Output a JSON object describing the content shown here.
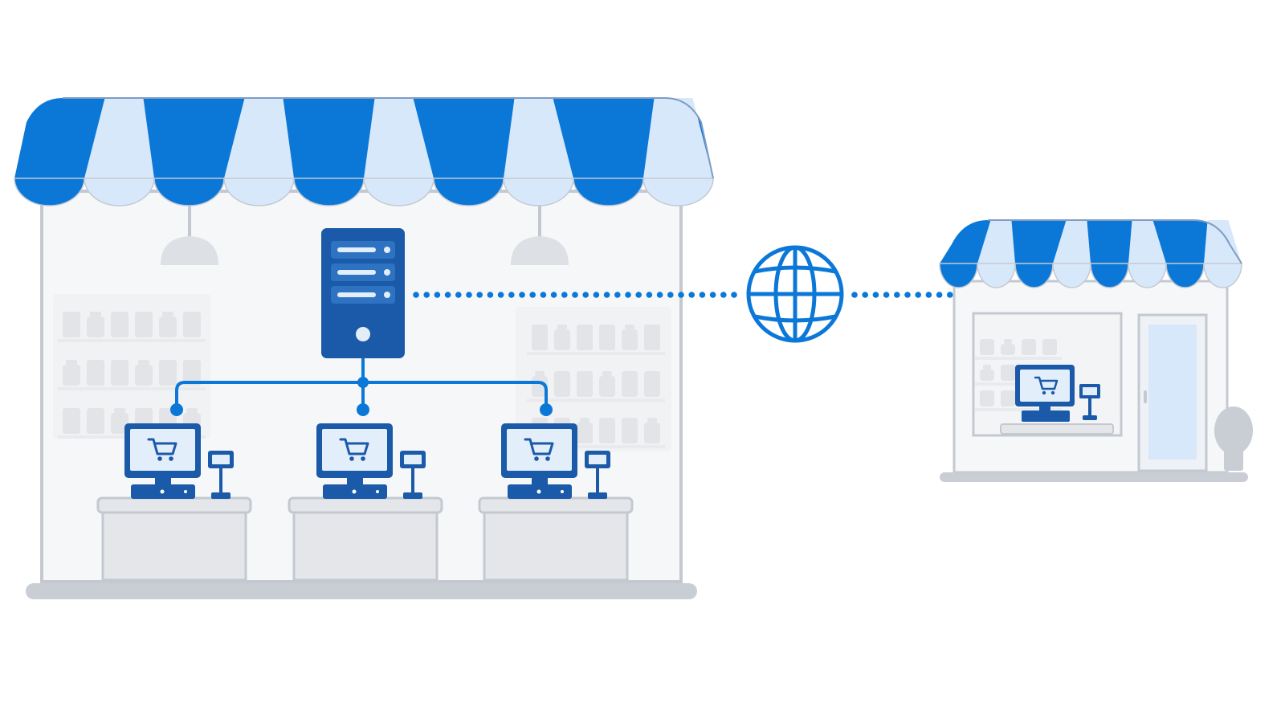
{
  "diagram": {
    "type": "network-illustration",
    "nodes": [
      {
        "id": "main-store",
        "icon": "storefront-icon",
        "role": "main store with central server"
      },
      {
        "id": "server",
        "icon": "server-tower-icon",
        "role": "local server"
      },
      {
        "id": "pos-1",
        "icon": "pos-terminal-icon",
        "role": "checkout terminal"
      },
      {
        "id": "pos-2",
        "icon": "pos-terminal-icon",
        "role": "checkout terminal"
      },
      {
        "id": "pos-3",
        "icon": "pos-terminal-icon",
        "role": "checkout terminal"
      },
      {
        "id": "internet",
        "icon": "globe-icon",
        "role": "internet"
      },
      {
        "id": "branch-store",
        "icon": "storefront-icon",
        "role": "remote branch store"
      }
    ],
    "links": [
      {
        "from": "server",
        "to": "pos-1",
        "style": "solid"
      },
      {
        "from": "server",
        "to": "pos-2",
        "style": "solid"
      },
      {
        "from": "server",
        "to": "pos-3",
        "style": "solid"
      },
      {
        "from": "server",
        "to": "internet",
        "style": "dotted"
      },
      {
        "from": "internet",
        "to": "branch-store",
        "style": "dotted"
      }
    ],
    "pos_terminal_count": 3
  },
  "colors": {
    "primary_blue": "#0b78d8",
    "dark_blue": "#1a5aa8",
    "light_blue": "#d8e8fb",
    "screen_blue": "#e3eefb",
    "wall": "#f6f7f9",
    "outline": "#c4c9d1",
    "counter": "#e4e6ea",
    "shelf_item": "#e2e4e8",
    "floor": "#c9cdd4"
  }
}
